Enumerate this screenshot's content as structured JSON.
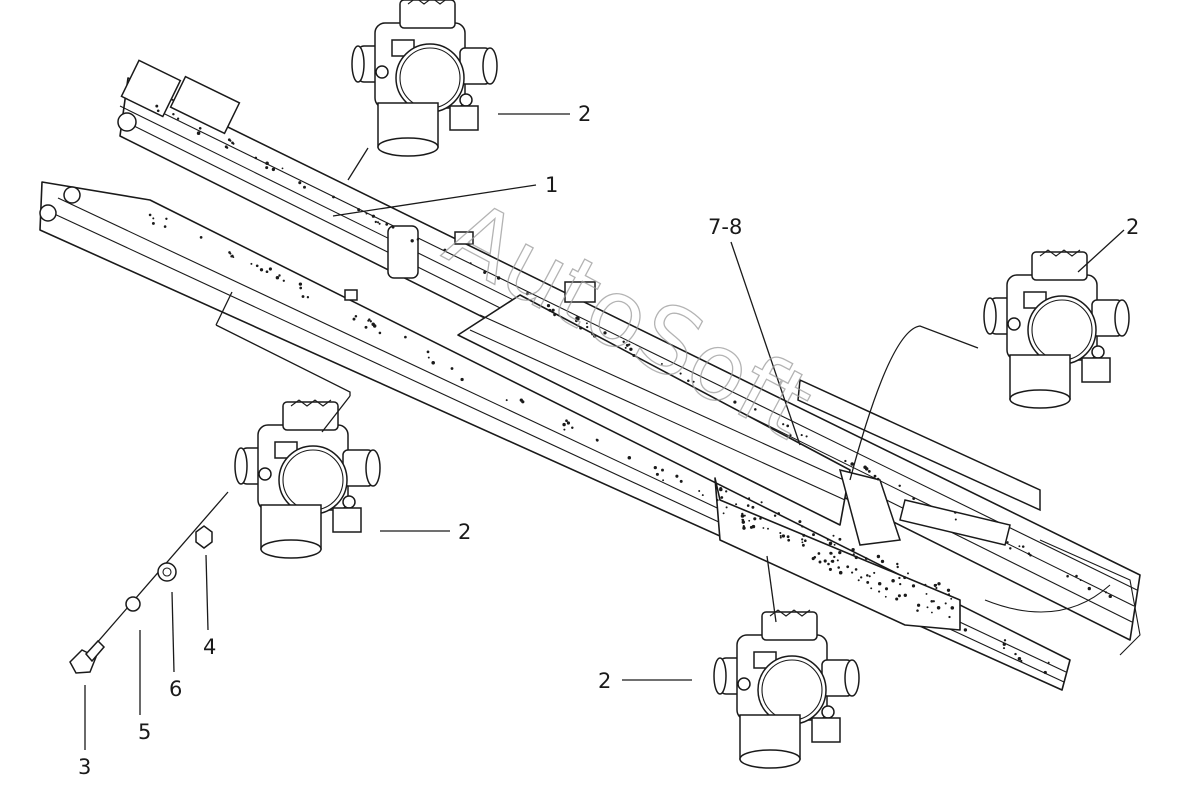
{
  "watermark": "AutoSoft",
  "callouts": {
    "frame_rail": "1",
    "bracket_top": "2",
    "bracket_right": "2",
    "bracket_left": "2",
    "bracket_bottom": "2",
    "bolt": "3",
    "nut": "4",
    "spring_washer": "5",
    "flat_washer": "6",
    "crossmember": "7-8"
  },
  "colors": {
    "line": "#1a1a1a",
    "watermark": "#9a9a9a",
    "background": "#ffffff"
  },
  "icons": [
    "spring-bracket-icon",
    "bolt-icon",
    "nut-icon",
    "washer-icon"
  ]
}
